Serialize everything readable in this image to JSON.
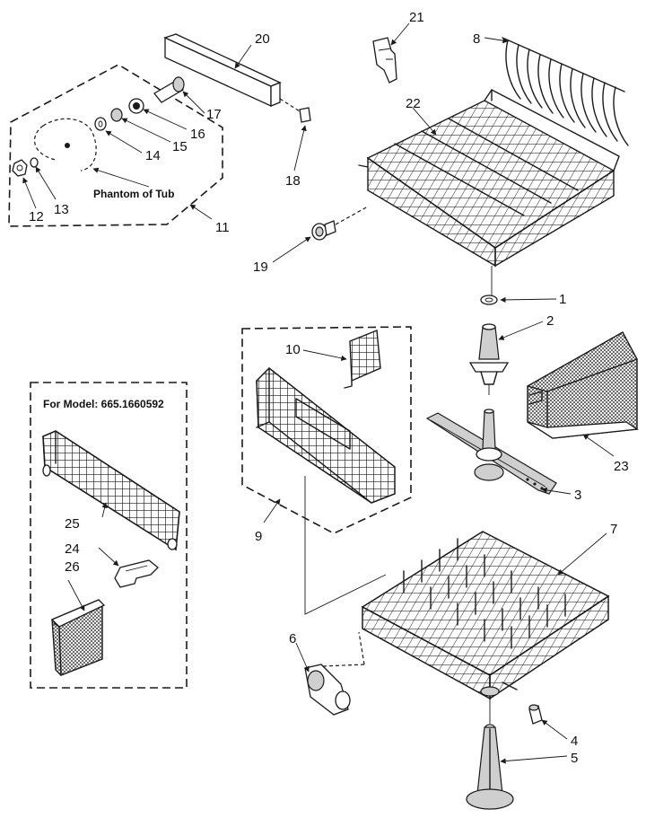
{
  "callouts": {
    "c1": "1",
    "c2": "2",
    "c3": "3",
    "c4": "4",
    "c5": "5",
    "c6": "6",
    "c7": "7",
    "c8": "8",
    "c9": "9",
    "c10": "10",
    "c11": "11",
    "c12": "12",
    "c13": "13",
    "c14": "14",
    "c15": "15",
    "c16": "16",
    "c17": "17",
    "c18": "18",
    "c19": "19",
    "c20": "20",
    "c21": "21",
    "c22": "22",
    "c23": "23",
    "c24": "24",
    "c25": "25",
    "c26": "26"
  },
  "annotations": {
    "phantom_of_tub": "Phantom of Tub",
    "model_box_title": "For Model:  665.1660592"
  }
}
